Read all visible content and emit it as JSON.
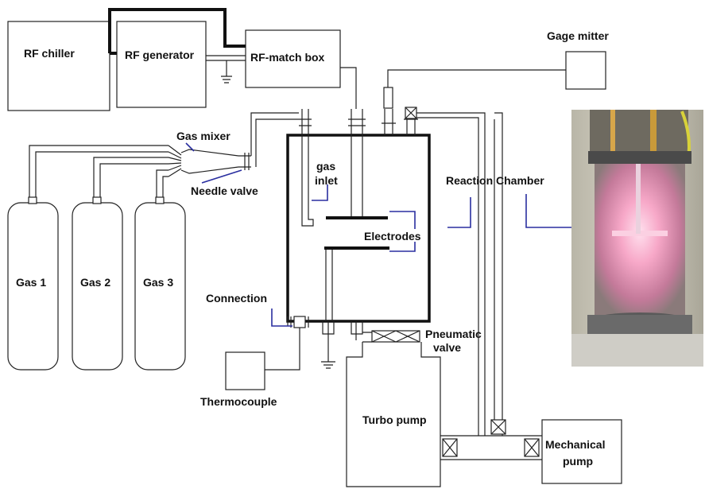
{
  "labels": {
    "rf_chiller": "RF chiller",
    "rf_generator": "RF generator",
    "rf_match_box": "RF-match box",
    "gage_mitter": "Gage mitter",
    "gas_mixer": "Gas mixer",
    "needle_valve": "Needle valve",
    "gas_inlet_1": "gas",
    "gas_inlet_2": "inlet",
    "reaction_chamber": "Reaction Chamber",
    "electrodes": "Electrodes",
    "gas1": "Gas 1",
    "gas2": "Gas 2",
    "gas3": "Gas 3",
    "connection": "Connection",
    "pneumatic_valve_1": "Pneumatic",
    "pneumatic_valve_2": "valve",
    "thermocouple": "Thermocouple",
    "turbo_pump": "Turbo pump",
    "mechanical_pump_1": "Mechanical",
    "mechanical_pump_2": "pump"
  },
  "colors": {
    "leader_line": "#2a2fa0",
    "plasma_glow": "#f7a8c8"
  }
}
